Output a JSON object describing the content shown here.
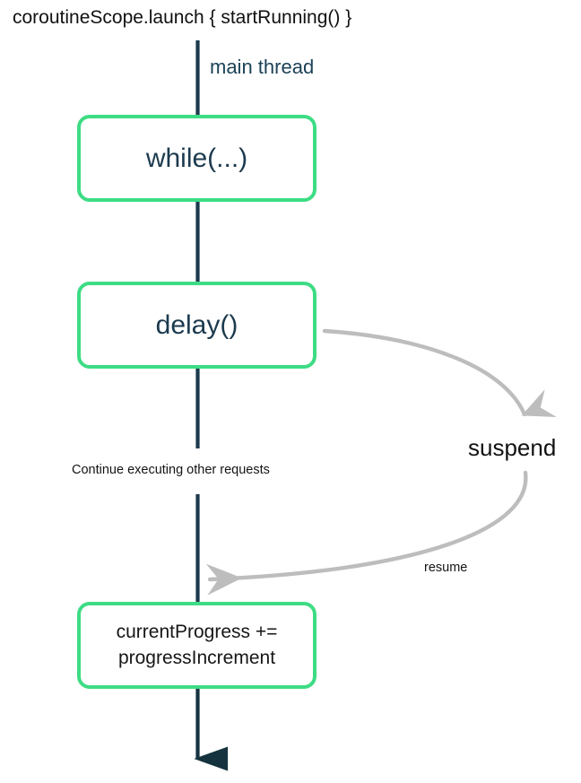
{
  "diagram": {
    "title": "coroutineScope.launch { startRunning() }",
    "thread_label": "main thread",
    "continue_label": "Continue executing other requests",
    "suspend_label": "suspend",
    "resume_label": "resume",
    "nodes": [
      {
        "id": "while",
        "label": "while(...)"
      },
      {
        "id": "delay",
        "label": "delay()"
      },
      {
        "id": "progress",
        "label_line1": "currentProgress +=",
        "label_line2": "progressIncrement"
      }
    ],
    "colors": {
      "node_border": "#3ddc84",
      "node_fill": "#ffffff",
      "thread_line": "#1c3a4e",
      "thread_text": "#1c4257",
      "arc_arrow": "#bdbdbd",
      "title_text": "#111111",
      "background": "#ffffff"
    }
  }
}
